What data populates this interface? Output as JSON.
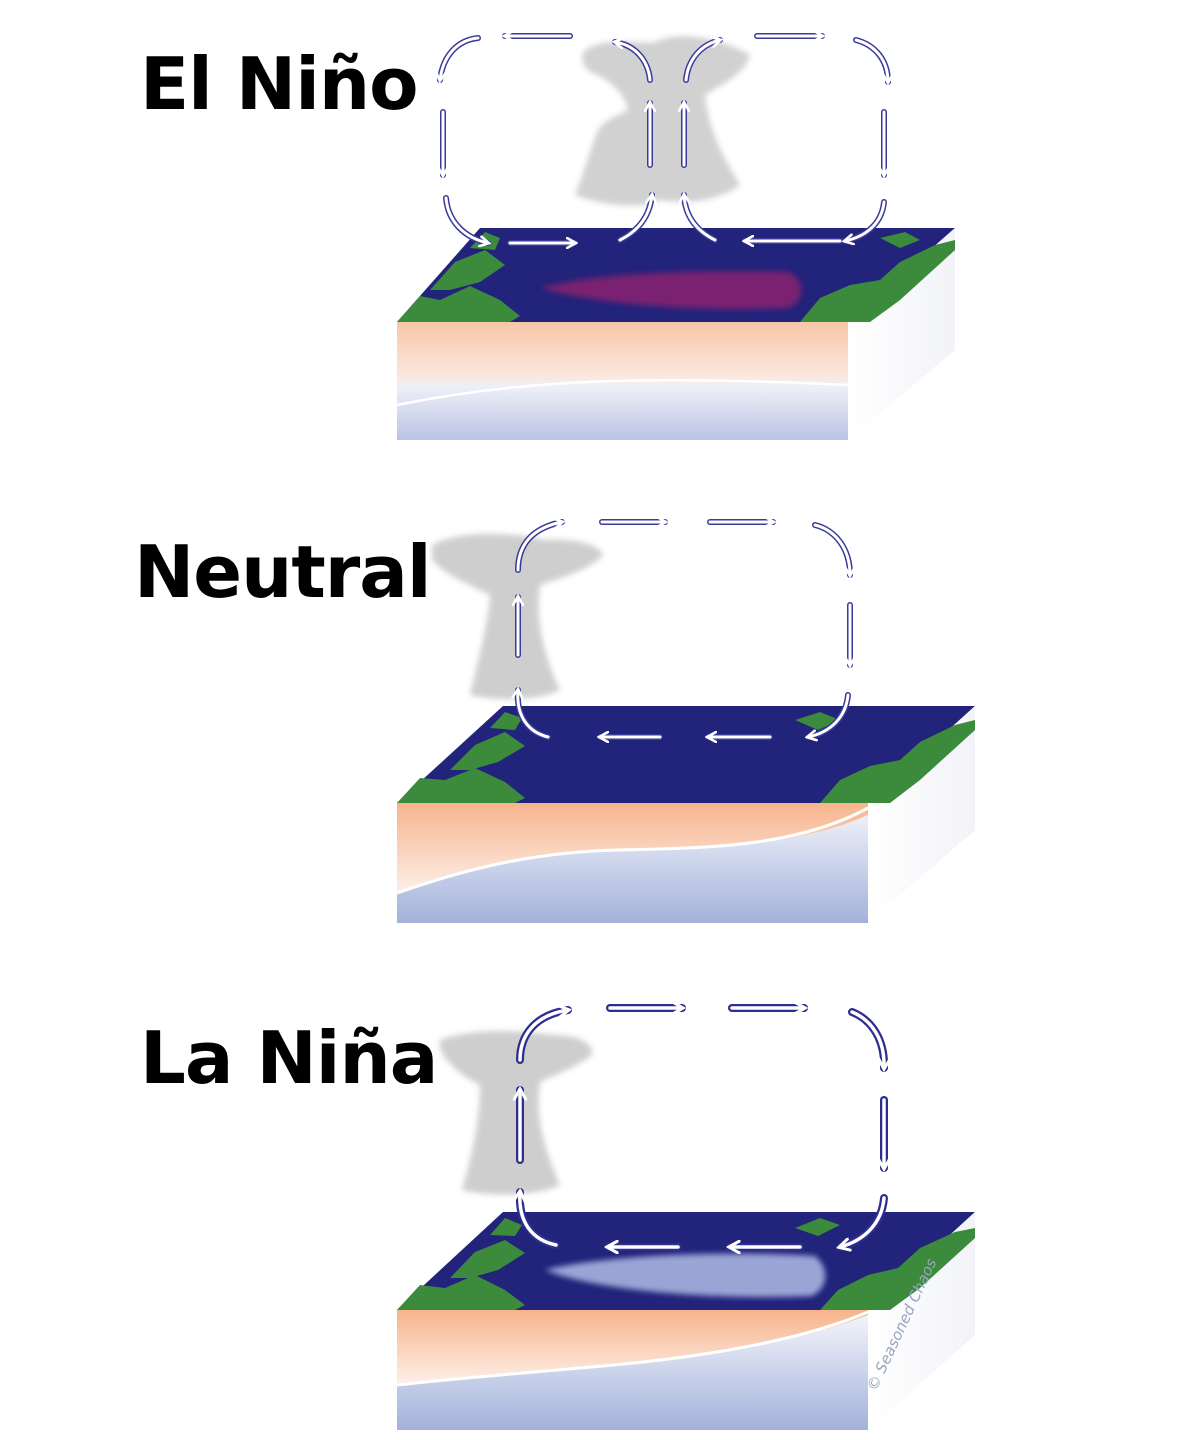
{
  "panels": [
    {
      "id": "el-nino",
      "label": "El Niño"
    },
    {
      "id": "neutral",
      "label": "Neutral"
    },
    {
      "id": "la-nina",
      "label": "La Niña"
    }
  ],
  "watermark": "© Seasoned Chaos",
  "colors": {
    "ocean": "#25247a",
    "land": "#3a8a3a",
    "warm": "#f5b48c",
    "cool": "#aab8e0",
    "warm_anomaly": "#8a1a6a",
    "cool_anomaly": "#b8c8f0",
    "arrow_outline": "#3a3a9a",
    "cloud": "#c8c8c8"
  },
  "icons": [
    "cloud-icon",
    "arrow-icon"
  ]
}
